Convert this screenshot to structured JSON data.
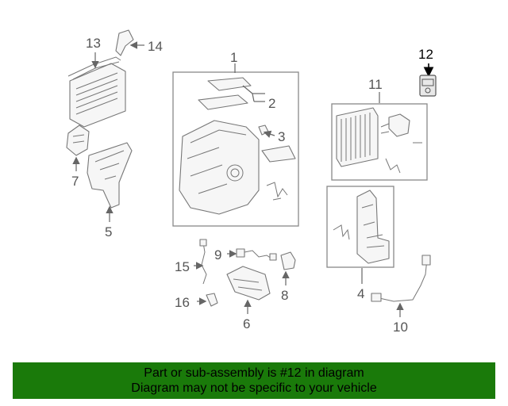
{
  "callouts": {
    "n1": "1",
    "n2": "2",
    "n3": "3",
    "n4": "4",
    "n5": "5",
    "n6": "6",
    "n7": "7",
    "n8": "8",
    "n9": "9",
    "n10": "10",
    "n11": "11",
    "n12": "12",
    "n13": "13",
    "n14": "14",
    "n15": "15",
    "n16": "16"
  },
  "highlight_part": "12",
  "banner": {
    "line1": "Part or sub-assembly is #12 in diagram",
    "line2": "Diagram may not be specific to your vehicle",
    "color": "#1a7a0a"
  }
}
